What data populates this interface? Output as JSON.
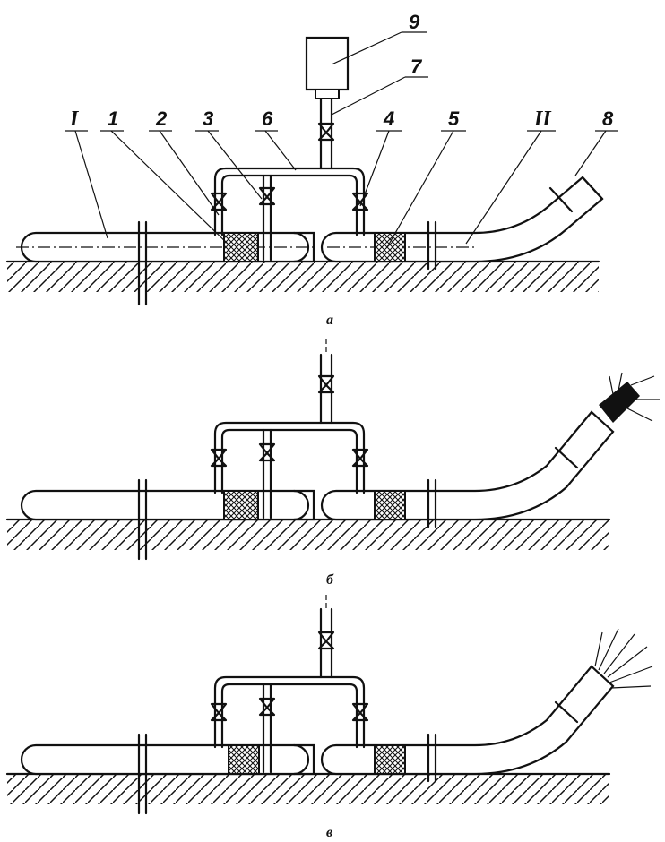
{
  "labels": {
    "n1": "1",
    "n2": "2",
    "n3": "3",
    "n4": "4",
    "n5": "5",
    "n6": "6",
    "n7": "7",
    "n8": "8",
    "n9": "9",
    "zone_1": "I",
    "zone_2": "II"
  },
  "captions": {
    "a": "а",
    "b": "б",
    "c": "в"
  }
}
